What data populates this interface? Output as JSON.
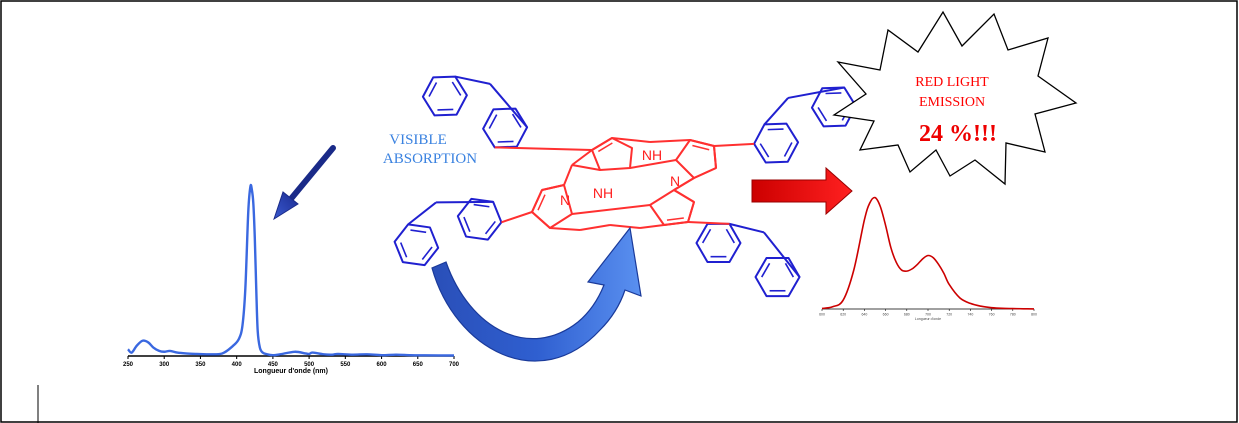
{
  "labels": {
    "visible_absorption": [
      "VISIBLE",
      "ABSORPTION"
    ],
    "red_light_emission": [
      "RED LIGHT",
      "EMISSION"
    ],
    "yield": "24 %!!!",
    "nh_top": "NH",
    "nh_bottom": "NH",
    "n_left": "N",
    "n_right": "N"
  },
  "colors": {
    "absorption_curve": "#3a68e0",
    "absorption_text": "#3a82e0",
    "emission_curve": "#cc0000",
    "emission_text": "#ff0000",
    "porphyrin": "#ff3030",
    "fluorene": "#2020d0",
    "curved_arrow": "#2f5fd0",
    "red_arrow": "#ee1111"
  },
  "chart_data": [
    {
      "type": "line",
      "name": "absorption",
      "xlabel": "Longueur d'onde (nm)",
      "ylabel": "",
      "title": "",
      "xlim": [
        250,
        700
      ],
      "xticks": [
        250,
        300,
        350,
        400,
        450,
        500,
        550,
        600,
        650,
        700
      ],
      "x": [
        250,
        255,
        262,
        270,
        278,
        285,
        293,
        300,
        308,
        318,
        330,
        345,
        360,
        380,
        395,
        403,
        408,
        412,
        416,
        419,
        421,
        423,
        425,
        427,
        429,
        432,
        436,
        442,
        450,
        460,
        480,
        495,
        500,
        505,
        520,
        532,
        540,
        560,
        580,
        600,
        620,
        640,
        660,
        700
      ],
      "y": [
        0.04,
        0.02,
        0.06,
        0.09,
        0.08,
        0.05,
        0.03,
        0.025,
        0.03,
        0.02,
        0.015,
        0.012,
        0.01,
        0.015,
        0.06,
        0.1,
        0.18,
        0.4,
        0.85,
        1.0,
        0.98,
        0.9,
        0.7,
        0.4,
        0.15,
        0.05,
        0.02,
        0.01,
        0.005,
        0.01,
        0.025,
        0.015,
        0.012,
        0.02,
        0.01,
        0.008,
        0.012,
        0.008,
        0.01,
        0.005,
        0.008,
        0.005,
        0.004,
        0.003
      ],
      "ylim": [
        0,
        1.05
      ]
    },
    {
      "type": "line",
      "name": "emission",
      "xlabel": "Longueur d'onde",
      "ylabel": "",
      "title": "",
      "xlim": [
        600,
        800
      ],
      "xticks": [
        600,
        620,
        640,
        660,
        680,
        700,
        720,
        740,
        760,
        780,
        800
      ],
      "x": [
        600,
        610,
        620,
        630,
        640,
        645,
        650,
        655,
        660,
        665,
        670,
        675,
        680,
        685,
        690,
        695,
        700,
        705,
        710,
        715,
        720,
        730,
        740,
        750,
        760,
        770,
        780,
        790,
        800
      ],
      "y": [
        0.005,
        0.02,
        0.08,
        0.35,
        0.8,
        0.95,
        1.0,
        0.92,
        0.75,
        0.55,
        0.42,
        0.35,
        0.34,
        0.36,
        0.4,
        0.45,
        0.48,
        0.46,
        0.4,
        0.32,
        0.22,
        0.1,
        0.05,
        0.025,
        0.012,
        0.006,
        0.004,
        0.002,
        0.001
      ],
      "ylim": [
        0,
        1.05
      ]
    }
  ]
}
